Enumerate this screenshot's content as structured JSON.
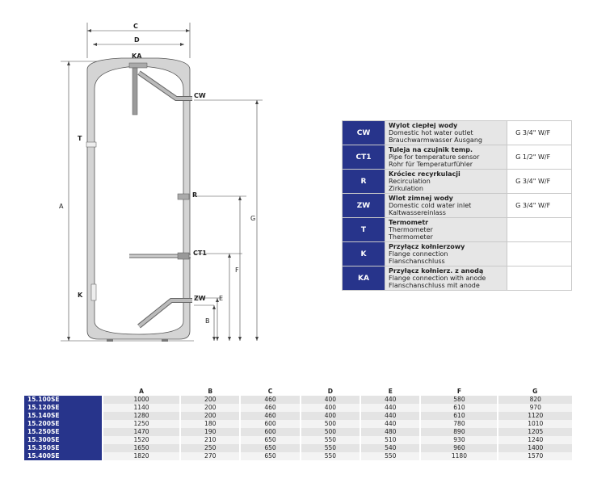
{
  "drawing": {
    "labels": {
      "C": "C",
      "D": "D",
      "KA": "KA",
      "CW": "CW",
      "T": "T",
      "A": "A",
      "R": "R",
      "G": "G",
      "CT1": "CT1",
      "F": "F",
      "K": "K",
      "ZW": "ZW",
      "E": "E",
      "B": "B"
    }
  },
  "legend": {
    "rows": [
      {
        "code": "CW",
        "pl": "Wylot ciepłej wody",
        "en": "Domestic hot water outlet",
        "de": "Brauchwarmwasser Ausgang",
        "conn": "G 3/4\" W/F"
      },
      {
        "code": "CT1",
        "pl": "Tuleja na czujnik temp.",
        "en": "Pipe for temperature sensor",
        "de": "Rohr für Temperaturfühler",
        "conn": "G 1/2\" W/F"
      },
      {
        "code": "R",
        "pl": "Króciec recyrkulacji",
        "en": "Recirculation",
        "de": "Zirkulation",
        "conn": "G 3/4\" W/F"
      },
      {
        "code": "ZW",
        "pl": "Wlot zimnej wody",
        "en": "Domestic cold water inlet",
        "de": "Kaltwassereinlass",
        "conn": "G 3/4\" W/F"
      },
      {
        "code": "T",
        "pl": "Termometr",
        "en": "Thermometer",
        "de": "Thermometer",
        "conn": ""
      },
      {
        "code": "K",
        "pl": "Przyłącz kołnierzowy",
        "en": "Flange connection",
        "de": "Flanschanschluss",
        "conn": ""
      },
      {
        "code": "KA",
        "pl": "Przyłącz kołnierz. z anodą",
        "en": "Flange connection with anode",
        "de": "Flanschanschluss mit anode",
        "conn": ""
      }
    ]
  },
  "dimensions": {
    "headers": [
      "A",
      "B",
      "C",
      "D",
      "E",
      "F",
      "G"
    ],
    "rows": [
      {
        "model": "15.100SE",
        "values": [
          "1000",
          "200",
          "460",
          "400",
          "440",
          "580",
          "820"
        ]
      },
      {
        "model": "15.120SE",
        "values": [
          "1140",
          "200",
          "460",
          "400",
          "440",
          "610",
          "970"
        ]
      },
      {
        "model": "15.140SE",
        "values": [
          "1280",
          "200",
          "460",
          "400",
          "440",
          "610",
          "1120"
        ]
      },
      {
        "model": "15.200SE",
        "values": [
          "1250",
          "180",
          "600",
          "500",
          "440",
          "780",
          "1010"
        ]
      },
      {
        "model": "15.250SE",
        "values": [
          "1470",
          "190",
          "600",
          "500",
          "480",
          "890",
          "1205"
        ]
      },
      {
        "model": "15.300SE",
        "values": [
          "1520",
          "210",
          "650",
          "550",
          "510",
          "930",
          "1240"
        ]
      },
      {
        "model": "15.350SE",
        "values": [
          "1650",
          "250",
          "650",
          "550",
          "540",
          "960",
          "1400"
        ]
      },
      {
        "model": "15.400SE",
        "values": [
          "1820",
          "270",
          "650",
          "550",
          "550",
          "1180",
          "1570"
        ]
      }
    ]
  }
}
